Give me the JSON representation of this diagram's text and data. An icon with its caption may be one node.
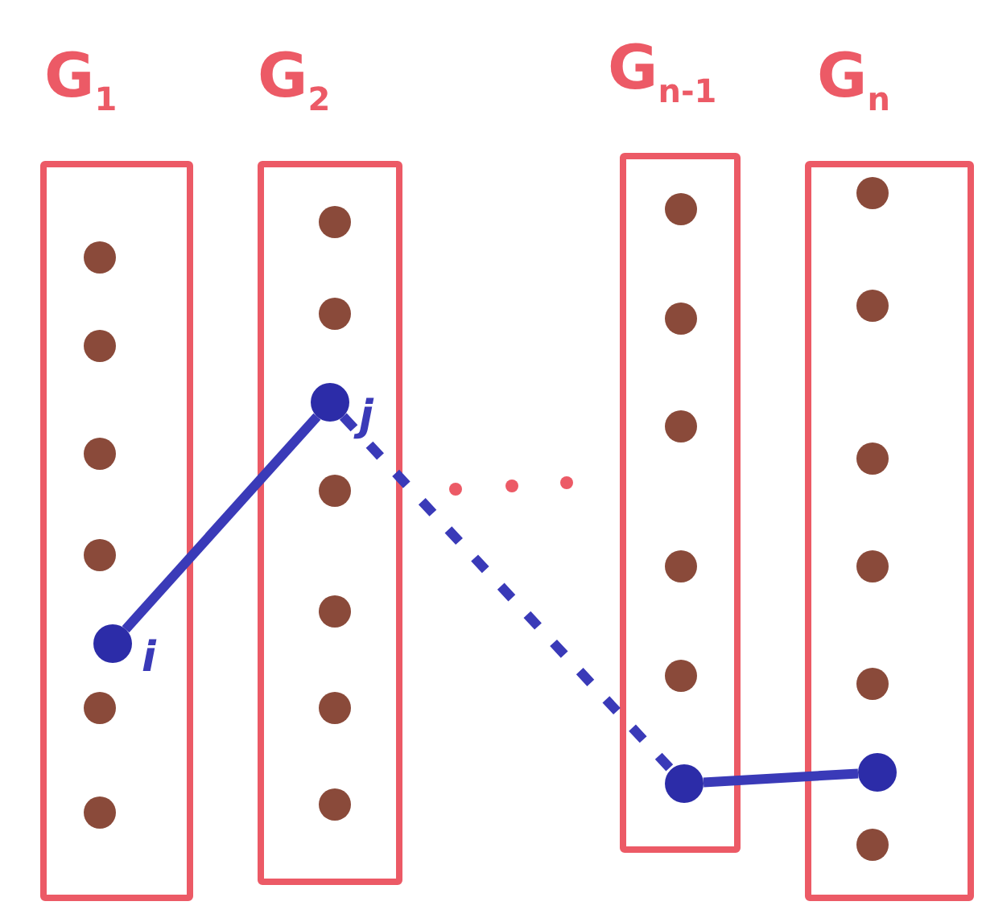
{
  "diagram": {
    "nodes": [
      {
        "text": [
          "G$_{1}$"
        ]
      },
      {
        "text": [
          "G$_{2}$"
        ]
      },
      {
        "text": [
          "G$_{n-1}$"
        ]
      },
      {
        "text": [
          "G$_{n}$"
        ]
      },
      {
        "text": [],
        "shape": "circle",
        "in": 0,
        "beside": [
          "i"
        ]
      },
      {
        "text": [],
        "shape": "circle",
        "in": 1,
        "beside": [
          "j"
        ]
      },
      {
        "text": [],
        "shape": "circle",
        "in": 2
      },
      {
        "text": [],
        "shape": "circle",
        "in": 3
      }
    ],
    "edges": [
      {
        "from": 4,
        "to": 5,
        "arrow": "none"
      },
      {
        "from": 5,
        "to": 6,
        "arrow": "none",
        "style": "dashed"
      },
      {
        "from": 6,
        "to": 7,
        "arrow": "none"
      }
    ]
  }
}
